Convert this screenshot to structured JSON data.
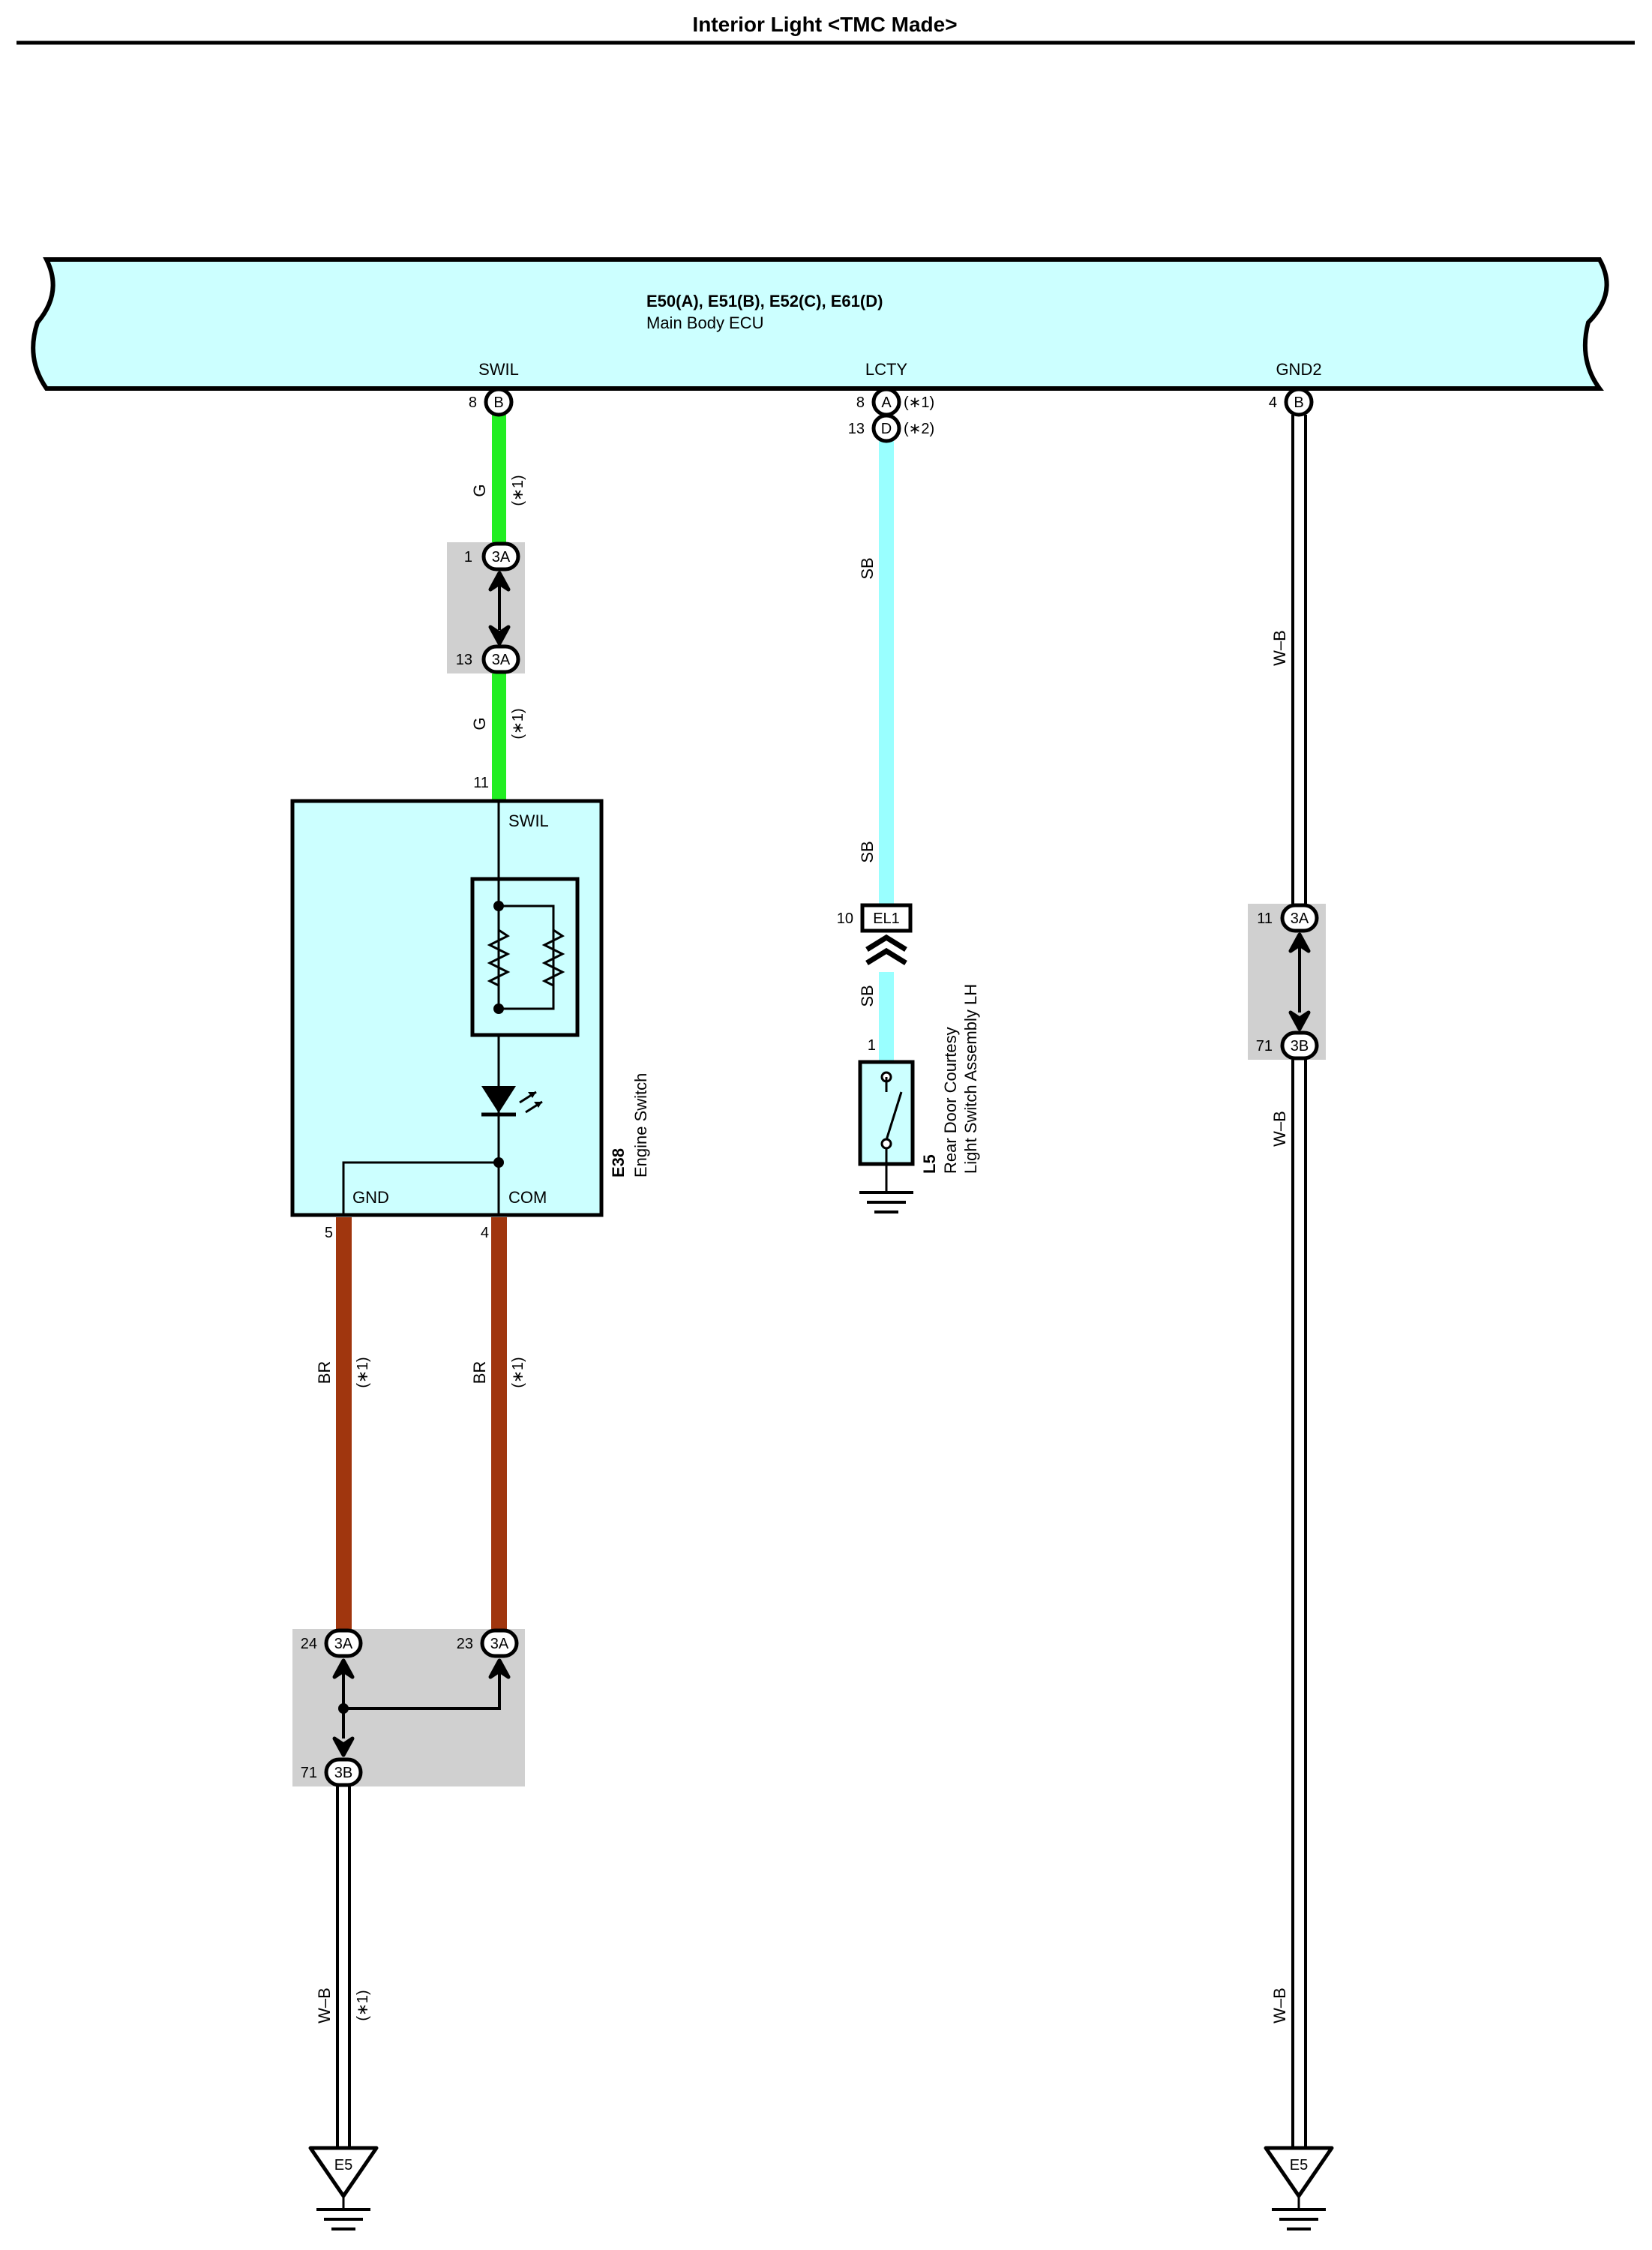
{
  "page": {
    "title": "Interior Light <TMC Made>"
  },
  "ecu": {
    "connectors": "E50(A), E51(B), E52(C), E61(D)",
    "name": "Main Body ECU",
    "terminals": {
      "swil": {
        "name": "SWIL",
        "pin": "8",
        "conn": "B"
      },
      "lcty": {
        "name": "LCTY",
        "pin_a": "8",
        "conn_a": "A",
        "note_a": "(∗1)",
        "pin_d": "13",
        "conn_d": "D",
        "note_d": "(∗2)"
      },
      "gnd2": {
        "name": "GND2",
        "pin": "4",
        "conn": "B"
      }
    }
  },
  "wires": {
    "green": {
      "code": "G",
      "note": "(∗1)",
      "color": "#22ee22"
    },
    "sky": {
      "code": "SB",
      "color": "#99ffff"
    },
    "brown": {
      "code": "BR",
      "note": "(∗1)",
      "color": "#a0360e"
    },
    "wb": {
      "code": "W–B",
      "note": "(∗1)"
    }
  },
  "junctions": {
    "j1": {
      "top_pin": "1",
      "top_conn": "3A",
      "bot_pin": "13",
      "bot_conn": "3A"
    },
    "j2": {
      "top_pin": "11",
      "top_conn": "3A",
      "bot_pin": "71",
      "bot_conn": "3B"
    },
    "j3": {
      "left_pin": "24",
      "left_conn": "3A",
      "right_pin": "23",
      "right_conn": "3A",
      "bot_pin": "71",
      "bot_conn": "3B"
    }
  },
  "engine_switch": {
    "code": "E38",
    "name": "Engine Switch",
    "swil_label": "SWIL",
    "swil_pin": "11",
    "gnd_label": "GND",
    "gnd_pin": "5",
    "com_label": "COM",
    "com_pin": "4"
  },
  "courtesy_switch": {
    "connector_pin": "10",
    "connector_code": "EL1",
    "pin": "1",
    "code": "L5",
    "name_line1": "Rear Door Courtesy",
    "name_line2": "Light Switch Assembly LH"
  },
  "grounds": {
    "left": "E5",
    "right": "E5"
  },
  "colors": {
    "ecu_fill": "#ccffff",
    "junction_fill": "#d0d0d0"
  }
}
